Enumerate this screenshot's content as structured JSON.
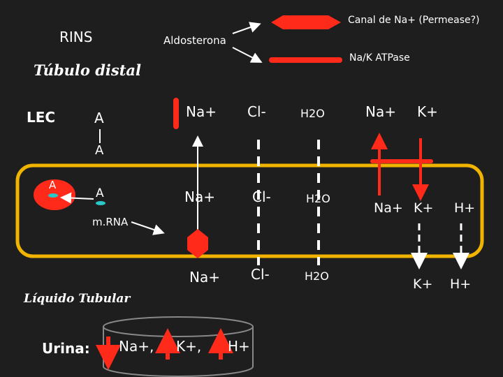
{
  "header": {
    "rins": "RINS",
    "aldosterona": "Aldosterona",
    "canal_label": "Canal de Na+ (Permease?)",
    "atpase_label": "Na/K ATPase",
    "tubulo": "Túbulo distal"
  },
  "left": {
    "lec": "LEC",
    "a_top": "A",
    "a_mid": "A",
    "a_cell": "A",
    "a_nucleus": "A",
    "mrna": "m.RNA",
    "liquido": "Líquido Tubular"
  },
  "rows": {
    "top": {
      "na": "Na+",
      "cl": "Cl-",
      "h2o": "H2O",
      "na_right": "Na+",
      "k_right": "K+"
    },
    "mid": {
      "na": "Na+",
      "cl": "Cl-",
      "h2o": "H2O",
      "na_right": "Na+",
      "k_right": "K+",
      "h_right": "H+"
    },
    "bottom": {
      "na": "Na+",
      "cl": "Cl-",
      "h2o": "H2O",
      "k_right": "K+",
      "h_right": "H+"
    }
  },
  "urina": {
    "label": "Urina:",
    "na": "Na+,",
    "k": "K+,",
    "h": "H+"
  },
  "colors": {
    "background": "#1e1e1e",
    "cell_border": "#f0b400",
    "red": "#ff2a1a",
    "nucleus": "#ff2a1a",
    "cyan": "#28c8c8"
  }
}
